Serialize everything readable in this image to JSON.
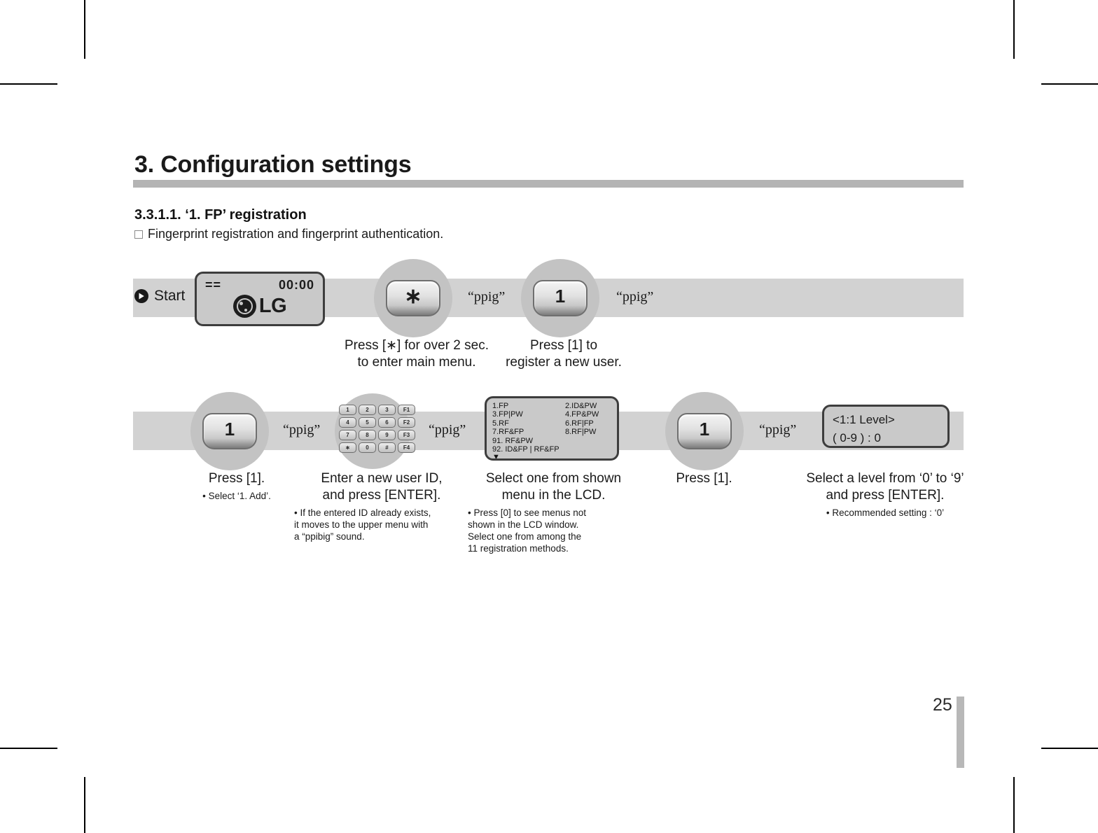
{
  "document": {
    "page_title": "3. Configuration settings",
    "section_title": "3.3.1.1. ‘1. FP’ registration",
    "section_note": "Fingerprint registration and fingerprint authentication.",
    "page_number": "25"
  },
  "flow": {
    "start_label": "Start",
    "row1": {
      "lcd_home": {
        "status_left": "==",
        "clock": "00:00",
        "brand": "LG"
      },
      "step_star": {
        "key_label": "∗",
        "sound": "“ppig”",
        "caption": "Press [∗] for over 2 sec.\nto enter main menu."
      },
      "step_one": {
        "key_label": "1",
        "sound": "“ppig”",
        "caption": "Press [1] to\nregister a new user."
      }
    },
    "row2": {
      "step_press_one": {
        "key_label": "1",
        "sound": "“ppig”",
        "caption": "Press [1].",
        "bullets": "• Select ‘1. Add’."
      },
      "step_user_id": {
        "sound": "“ppig”",
        "caption": "Enter a new user ID,\nand press [ENTER].",
        "bullets": "• If the entered ID already exists,\n  it moves to the upper menu with\n  a “ppibig” sound.",
        "keypad_rows": [
          [
            "1",
            "2",
            "3",
            "F1"
          ],
          [
            "4",
            "5",
            "6",
            "F2"
          ],
          [
            "7",
            "8",
            "9",
            "F3"
          ],
          [
            "∗",
            "0",
            "#",
            "F4"
          ]
        ]
      },
      "step_menu": {
        "caption": "Select one from shown\nmenu in the LCD.",
        "bullets": "• Press [0] to see menus not\n  shown in the LCD window.\n  Select one from among the\n  11 registration methods.",
        "lcd_menu_items": [
          "1.FP",
          "2.ID&PW",
          "3.FP|PW",
          "4.FP&PW",
          "5.RF",
          "6.RF|FP",
          "7.RF&FP",
          "8.RF|PW"
        ],
        "lcd_menu_wide": [
          "91. RF&PW",
          "92. ID&FP | RF&FP"
        ],
        "lcd_menu_more": "▼"
      },
      "step_level_key": {
        "key_label": "1",
        "sound": "“ppig”",
        "caption": "Press [1]."
      },
      "step_level": {
        "lcd_level": {
          "line1": "<1:1 Level>",
          "line2": "( 0-9 ) : 0"
        },
        "caption": "Select a level from ‘0’ to ‘9’\nand press [ENTER].",
        "bullets": "• Recommended setting : ‘0’"
      }
    }
  },
  "colors": {
    "band": "#d2d2d2",
    "halo": "#c3c3c3",
    "rule": "#b4b4b4",
    "lcd": "#c9c9c9"
  }
}
